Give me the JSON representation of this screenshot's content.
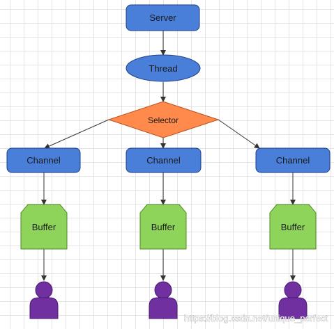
{
  "nodes": {
    "server": "Server",
    "thread": "Thread",
    "selector": "Selector",
    "channel_left": "Channel",
    "channel_mid": "Channel",
    "channel_right": "Channel",
    "buffer_left": "Buffer",
    "buffer_mid": "Buffer",
    "buffer_right": "Buffer"
  },
  "watermark": "https://blog.csdn.net/unique_perfect",
  "colors": {
    "box_fill": "#4a7fd9",
    "box_stroke": "#1f3f86",
    "selector_fill": "#ff8a4c",
    "buffer_fill": "#8fd45a",
    "user_fill": "#7030a0",
    "edge": "#333333"
  },
  "icons": [
    "user-icon",
    "user-icon",
    "user-icon"
  ]
}
